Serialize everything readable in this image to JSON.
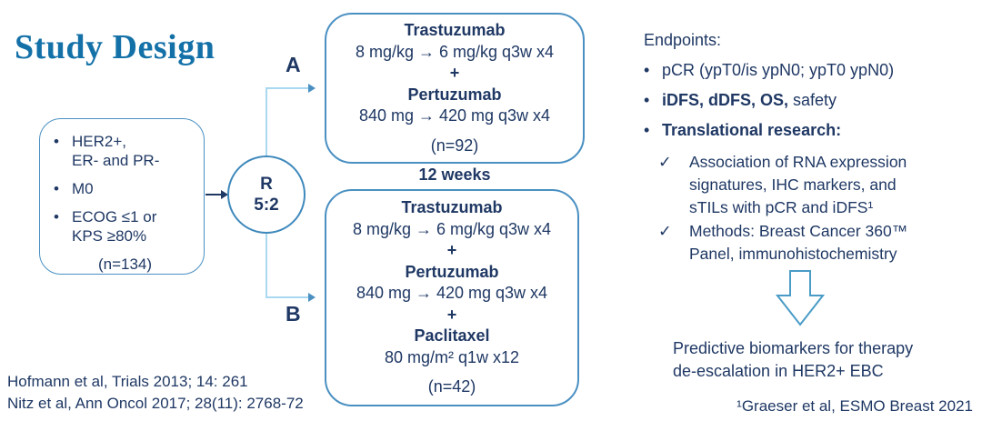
{
  "title": "Study Design",
  "glyphs": {
    "bullet": "•",
    "check": "✓"
  },
  "colors": {
    "navy_text": "#1F3864",
    "title_blue": "#1471A8",
    "box_border": "#4A90C2",
    "connector_light_blue": "#A9D8F0",
    "down_arrow_outline": "#4A9CC7"
  },
  "eligibility": {
    "items": [
      [
        "HER2+,",
        "ER- and PR-"
      ],
      [
        "M0"
      ],
      [
        "ECOG ≤1 or",
        "KPS ≥80%"
      ]
    ],
    "n_label": "(n=134)"
  },
  "randomization": {
    "letter": "R",
    "ratio": "5:2"
  },
  "arm_a": {
    "label": "A",
    "lines": [
      "Trastuzumab",
      "8 mg/kg → 6 mg/kg q3w x4",
      "+",
      "Pertuzumab",
      "840 mg → 420 mg q3w x4"
    ],
    "n_label": "(n=92)"
  },
  "duration_label": "12 weeks",
  "arm_b": {
    "label": "B",
    "lines": [
      "Trastuzumab",
      "8 mg/kg → 6 mg/kg q3w x4",
      "+",
      "Pertuzumab",
      "840 mg → 420 mg q3w x4",
      "+",
      "Paclitaxel",
      "80 mg/m² q1w x12"
    ],
    "n_label": "(n=42)"
  },
  "endpoints": {
    "heading": "Endpoints:",
    "bullets": [
      {
        "bold": "",
        "rest": "pCR (ypT0/is ypN0; ypT0 ypN0)"
      },
      {
        "bold": "iDFS, dDFS, OS,",
        "rest": " safety"
      },
      {
        "bold": "Translational research:",
        "rest": ""
      }
    ],
    "check_items": [
      {
        "lines": [
          "Association of RNA expression",
          "signatures, IHC markers, and",
          "sTILs with pCR and iDFS¹"
        ]
      },
      {
        "lines": [
          "Methods: Breast Cancer 360™",
          "Panel, immunohistochemistry"
        ]
      }
    ]
  },
  "outcome": {
    "lines": [
      "Predictive biomarkers for therapy",
      "de-escalation in HER2+ EBC"
    ]
  },
  "footnote": "¹Graeser et al, ESMO Breast 2021",
  "references": [
    "Hofmann et al, Trials 2013; 14: 261",
    "Nitz et al, Ann Oncol 2017; 28(11): 2768-72"
  ]
}
